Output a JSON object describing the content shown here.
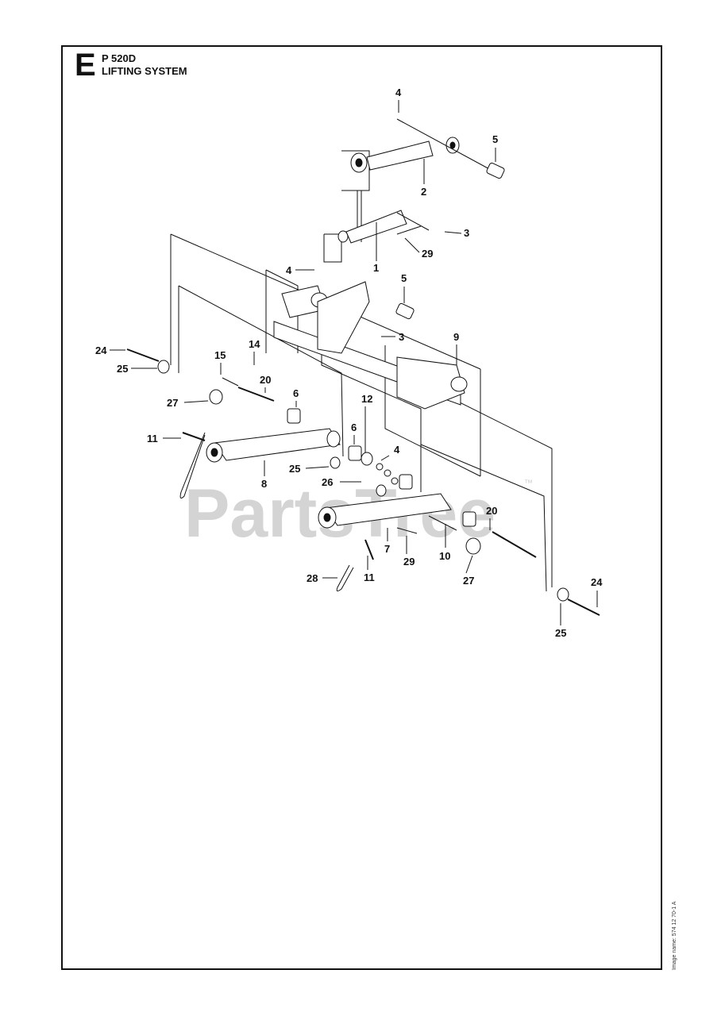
{
  "header": {
    "section_letter": "E",
    "model": "P 520D",
    "title": "LIFTING SYSTEM"
  },
  "watermark": {
    "text": "PartsTree",
    "tm": "™",
    "color": "#d4d4d4"
  },
  "footer": {
    "image_name": "Image name: 574 12 70-1 A"
  },
  "callouts": [
    "4",
    "5",
    "2",
    "3",
    "29",
    "1",
    "4",
    "5",
    "3",
    "9",
    "24",
    "25",
    "15",
    "14",
    "20",
    "6",
    "27",
    "12",
    "6",
    "4",
    "11",
    "25",
    "26",
    "8",
    "20",
    "7",
    "29",
    "10",
    "27",
    "28",
    "11",
    "24",
    "25"
  ],
  "colors": {
    "line": "#111111",
    "part_fill": "#ffffff"
  }
}
